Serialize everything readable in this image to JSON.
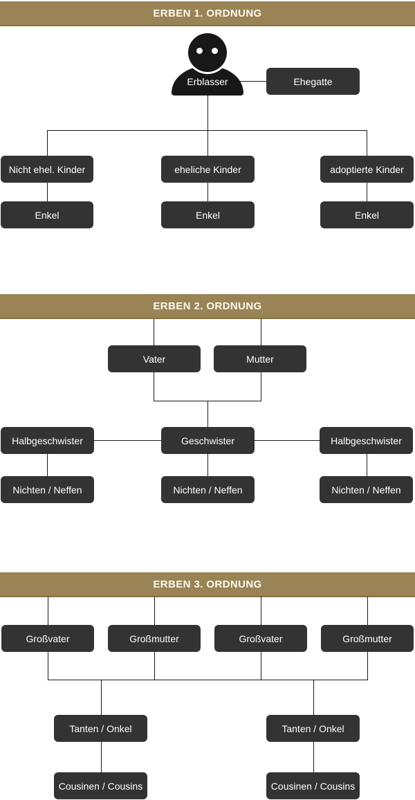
{
  "colors": {
    "bar": "#9a8455",
    "bar_border": "#84703f",
    "bar_text": "#fcf9f2",
    "box": "#333333",
    "box_text": "#ffffff",
    "line": "#1a1a1a",
    "icon": "#181818",
    "background": "#ffffff"
  },
  "sections": [
    {
      "title": "ERBEN 1. ORDNUNG",
      "nodes": {
        "erblasser": "Erblasser",
        "ehegatte": "Ehegatte",
        "child_left": "Nicht ehel. Kinder",
        "child_mid": "eheliche Kinder",
        "child_right": "adoptierte Kinder",
        "enkel_left": "Enkel",
        "enkel_mid": "Enkel",
        "enkel_right": "Enkel"
      }
    },
    {
      "title": "ERBEN 2. ORDNUNG",
      "nodes": {
        "vater": "Vater",
        "mutter": "Mutter",
        "halb_left": "Halbgeschwister",
        "geschwister": "Geschwister",
        "halb_right": "Halbgeschwister",
        "nichten_left": "Nichten / Neffen",
        "nichten_mid": "Nichten / Neffen",
        "nichten_right": "Nichten / Neffen"
      }
    },
    {
      "title": "ERBEN 3. ORDNUNG",
      "nodes": {
        "grossvater_1": "Großvater",
        "grossmutter_1": "Großmutter",
        "grossvater_2": "Großvater",
        "grossmutter_2": "Großmutter",
        "tanten_left": "Tanten / Onkel",
        "tanten_right": "Tanten / Onkel",
        "cousinen_left": "Cousinen / Cousins",
        "cousinen_right": "Cousinen / Cousins"
      }
    }
  ]
}
